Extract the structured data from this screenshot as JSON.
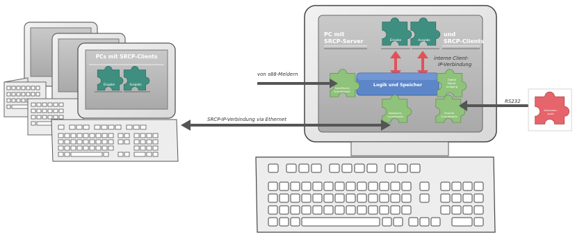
{
  "clients": {
    "monitor_title": "PCs mit SRCP-Clients",
    "piece_left": "Eingabe",
    "piece_right": "Ausgabe"
  },
  "server": {
    "title_left_line1": "PC mit",
    "title_left_line2": "SRCP-Server",
    "title_right_line1": "und",
    "title_right_line2": "SRCP-Clients",
    "top_piece_left": "Eingabe",
    "top_piece_right": "Ausgabe",
    "internal_label_line1": "interne Client-",
    "internal_label_line2": "IP-Verbindung",
    "logic_label": "Logik und Speicher",
    "piece_left_line1": "Spezifische",
    "piece_left_line2": "Schnittstelle",
    "piece_right_line1": "Digital",
    "piece_right_line2": "Signal-",
    "piece_right_line3": "ausgang",
    "piece_bottom_left_line1": "Netzwerk-",
    "piece_bottom_left_line2": "schnittstelle",
    "piece_bottom_right_line1": "Serielle",
    "piece_bottom_right_line2": "Schnittstelle"
  },
  "arrows": {
    "s88": "von s88-Meldern",
    "ethernet": "SRCP-IP-Verbindung via Ethernet",
    "rs232": "RS232"
  },
  "external": {
    "label_line1": "Zentralen-",
    "label_line2": "stufe"
  },
  "colors": {
    "teal": "#3f8f80",
    "green": "#8fc27a",
    "blue": "#5d86c9",
    "red": "#e0525a",
    "pink": "#e6646b"
  }
}
